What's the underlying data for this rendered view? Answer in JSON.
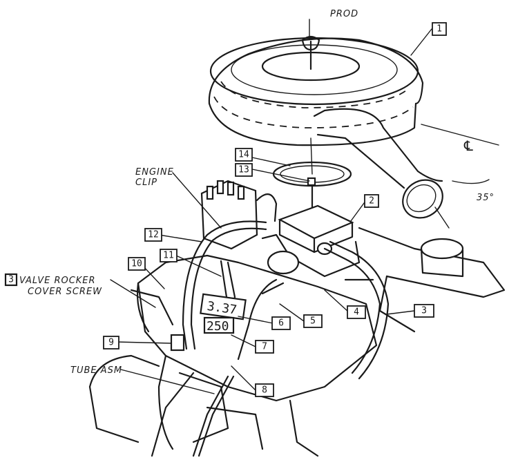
{
  "labels": {
    "prod": "PROD",
    "engine": "ENGINE",
    "clip": "CLIP",
    "valve_rocker_num": "3",
    "valve_rocker_line1": "VALVE ROCKER",
    "valve_rocker_line2": "COVER SCREW",
    "tube_asm": "TUBE ASM",
    "angle": "35°",
    "centerline": "℄"
  },
  "callouts": [
    "1",
    "2",
    "3",
    "4",
    "5",
    "6",
    "7",
    "8",
    "9",
    "10",
    "11",
    "12",
    "13",
    "14"
  ],
  "engine_stamps": [
    "3.37",
    "250"
  ]
}
